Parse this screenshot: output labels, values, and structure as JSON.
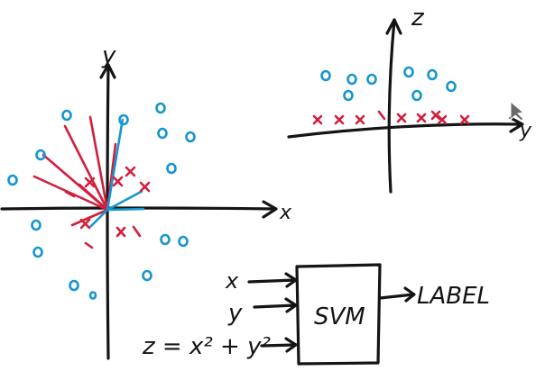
{
  "colors": {
    "ink": "#141414",
    "circle_class": "#1596cf",
    "cross_class": "#d21e3c"
  },
  "left_plot": {
    "x_label": "x",
    "y_label": "y"
  },
  "right_plot": {
    "x_label": "y",
    "z_label": "z"
  },
  "svm_diagram": {
    "input_x": "x",
    "input_y": "y",
    "input_z": "z = x² + y²",
    "box_label": "SVM",
    "output_label": "LABEL"
  }
}
